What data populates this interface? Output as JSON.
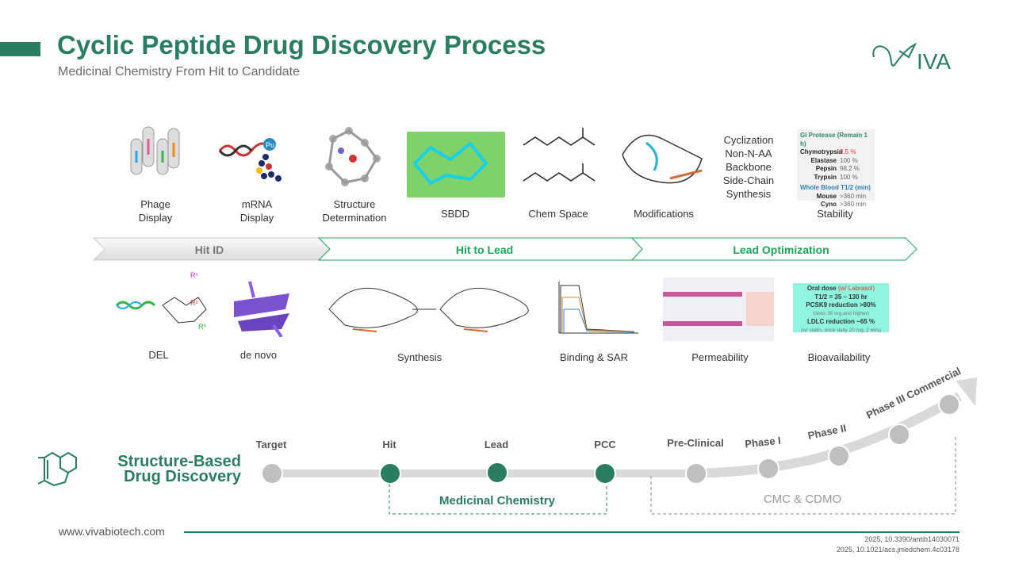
{
  "header": {
    "title": "Cyclic Peptide Drug Discovery Process",
    "subtitle": "Medicinal Chemistry From Hit to Candidate",
    "logo_text": "VIVA"
  },
  "colors": {
    "brand": "#2a7d63",
    "accent_green": "#1fa35a",
    "gray": "#bfbfbf"
  },
  "top_row": [
    {
      "label": "Phage\nDisplay",
      "l1": "Phage",
      "l2": "Display"
    },
    {
      "l1": "mRNA",
      "l2": "Display"
    },
    {
      "l1": "Structure",
      "l2": "Determination"
    },
    {
      "l1": "SBDD"
    },
    {
      "l1": "Chem Space"
    },
    {
      "l1": "Modifications"
    },
    {
      "l1": "Stability"
    }
  ],
  "modifications_list": [
    "Cyclization",
    "Non-N-AA",
    "Backbone",
    "Side-Chain",
    "Synthesis"
  ],
  "stability_table": {
    "title": "GI Protease (Remain 1 h)",
    "rows": [
      {
        "name": "Chymotrypsin",
        "value": "2.5 %"
      },
      {
        "name": "Elastase",
        "value": "100 %"
      },
      {
        "name": "Pepsin",
        "value": "98.2 %"
      },
      {
        "name": "Trypsin",
        "value": "100 %"
      }
    ],
    "title2": "Whole Blood T1/2 (min)",
    "rows2": [
      {
        "name": "Mouse",
        "value": ">360 min"
      },
      {
        "name": "Cyno",
        "value": ">360 min"
      }
    ]
  },
  "stages": [
    {
      "label": "Hit ID"
    },
    {
      "label": "Hit to Lead"
    },
    {
      "label": "Lead Optimization"
    }
  ],
  "bottom_row": [
    {
      "l1": "DEL"
    },
    {
      "l1": "de novo"
    },
    {
      "l1": "Synthesis"
    },
    {
      "l1": "Binding & SAR"
    },
    {
      "l1": "Permeability"
    },
    {
      "l1": "Bioavailability"
    }
  ],
  "bioavailability_box": {
    "line1a": "Oral dose ",
    "line1b": "(w/ Labrasol)",
    "line2": "T1/2 = 35 – 130 hr",
    "line3": "PCSK9 reduction >80%",
    "line4": "(does 35 mg and higher)",
    "line5": "LDLC reduction ~65 %",
    "line6": "(w/ statin, once daily 20 mg, 2 wks)"
  },
  "sbdd_label": "Structure-Based Drug Discovery",
  "sbdd_l1": "Structure-Based",
  "sbdd_l2": "Drug Discovery",
  "timeline": [
    {
      "label": "Target",
      "active": false
    },
    {
      "label": "Hit",
      "active": true
    },
    {
      "label": "Lead",
      "active": true
    },
    {
      "label": "PCC",
      "active": true
    },
    {
      "label": "Pre-Clinical",
      "active": false
    },
    {
      "label": "Phase I",
      "active": false
    },
    {
      "label": "Phase II",
      "active": false
    },
    {
      "label": "Phase III Commercial",
      "active": false
    }
  ],
  "brackets": {
    "medchem": "Medicinal Chemistry",
    "cmc": "CMC & CDMO"
  },
  "footer": {
    "website": "www.vivabiotech.com",
    "refs": [
      "2025, 10.3390/antib14030071",
      "2025, 10.1021/acs.jmedchem.4c03178"
    ]
  }
}
